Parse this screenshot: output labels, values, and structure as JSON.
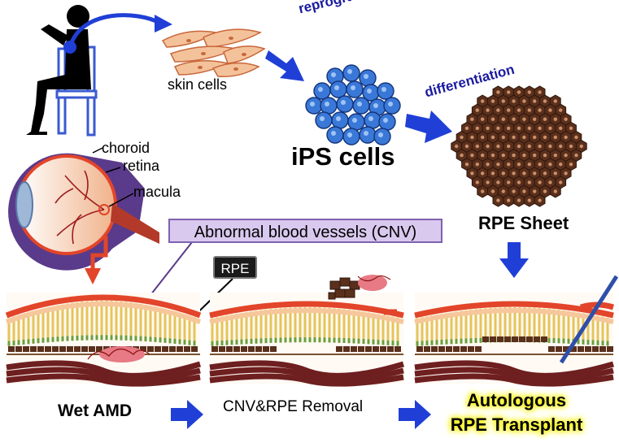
{
  "labels": {
    "skin_cells": "skin cells",
    "reprogramming": "reprogramming",
    "ips_cells": "iPS cells",
    "differentiation": "differentiation",
    "choroid": "choroid",
    "retina": "retina",
    "macula": "macula",
    "rpe_sheet": "RPE Sheet",
    "cnv_box": "Abnormal blood vessels (CNV)",
    "rpe_box": "RPE",
    "wet_amd": "Wet AMD",
    "removal": "CNV&RPE Removal",
    "transplant_line1": "Autologous",
    "transplant_line2": "RPE Transplant"
  },
  "colors": {
    "arrow_blue": "#1f3fd6",
    "cell_blue": "#3a78d8",
    "rpe_brown": "#5a2f1c",
    "retina_red": "#e2452a",
    "photoreceptor_yellow": "#e6c45a",
    "choroid_maroon": "#6e1f1f",
    "highlight_yellow": "#f7f10f",
    "cnv_box_fill": "#d9c9ee"
  }
}
